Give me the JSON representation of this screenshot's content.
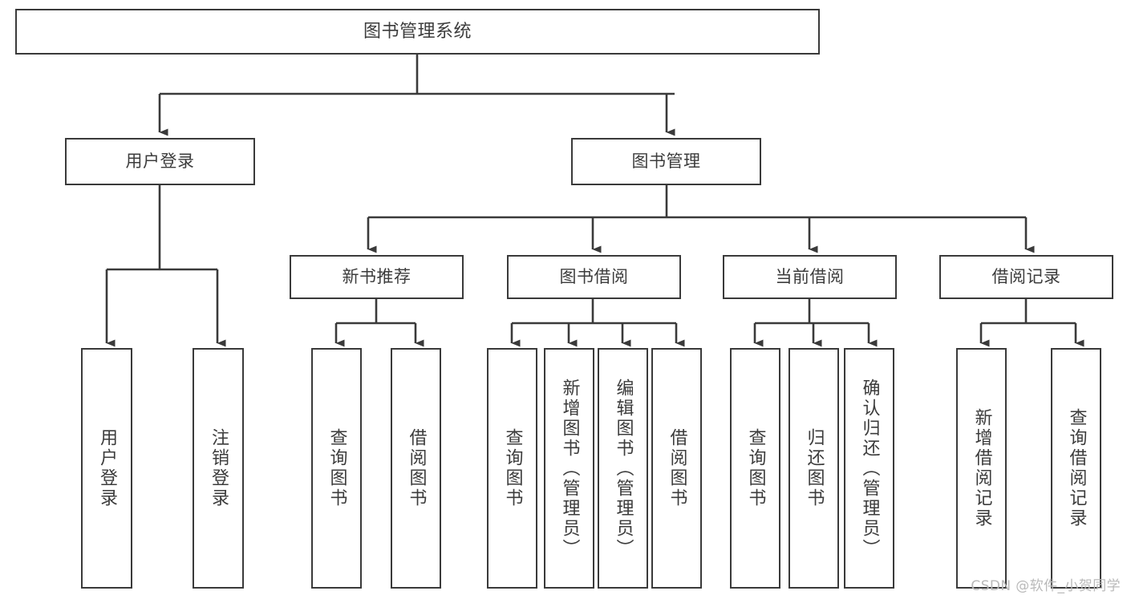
{
  "diagram": {
    "title": "图书管理系统",
    "watermark": "CSDN @软件_小贺同学",
    "line_color": "#3a3a3a",
    "text_color": "#3c3c3c",
    "background_color": "#ffffff",
    "nodes": {
      "root": "图书管理系统",
      "level2": {
        "user_login": "用户登录",
        "book_management": "图书管理"
      },
      "level3": {
        "new_book_recommend": "新书推荐",
        "book_borrow": "图书借阅",
        "current_borrow": "当前借阅",
        "borrow_record": "借阅记录"
      },
      "leaves": {
        "user_login_leaf": "用户登录",
        "logout_leaf": "注销登录",
        "query_book_recommend": "查询图书",
        "borrow_book_recommend": "借阅图书",
        "query_book_borrow": "查询图书",
        "add_book_admin": "新增图书（管理员）",
        "edit_book_admin": "编辑图书（管理员）",
        "borrow_book_borrow": "借阅图书",
        "query_book_current": "查询图书",
        "return_book": "归还图书",
        "confirm_return_admin": "确认归还（管理员）",
        "add_borrow_record": "新增借阅记录",
        "query_borrow_record": "查询借阅记录"
      }
    }
  }
}
